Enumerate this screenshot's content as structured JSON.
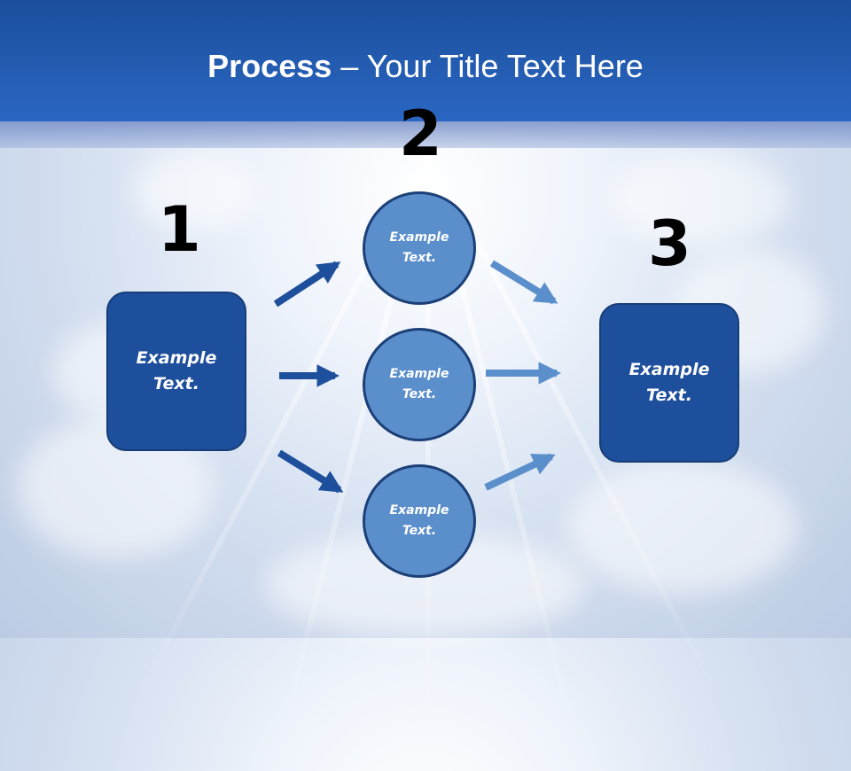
{
  "title": {
    "bold": "Process",
    "rest": " – Your Title Text Here"
  },
  "steps": [
    "1",
    "2",
    "3"
  ],
  "left_box": {
    "text": "Example\nText."
  },
  "circles": [
    {
      "text": "Example\nText."
    },
    {
      "text": "Example\nText."
    },
    {
      "text": "Example\nText."
    }
  ],
  "right_box": {
    "text": "Example\nText."
  },
  "colors": {
    "header": "#1f58ad",
    "box_fill": "#1e4f9c",
    "circle_fill": "#5b8fcb",
    "arrow_dark": "#1e4f9c",
    "arrow_light": "#5b8fcb"
  }
}
